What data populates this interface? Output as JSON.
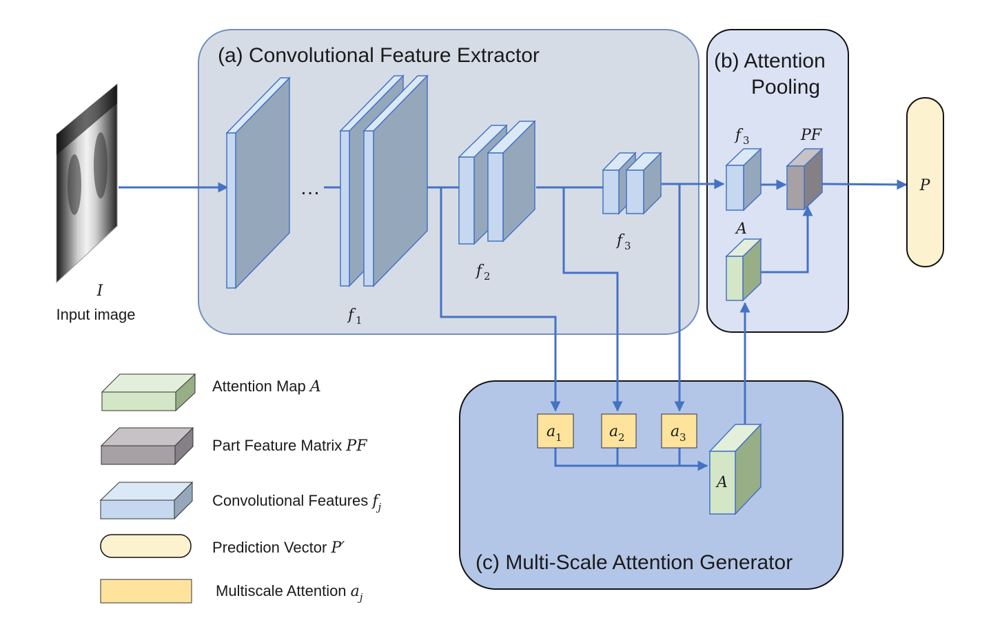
{
  "colors": {
    "arrow": "#4472c4",
    "panel_a": "#d6dce6",
    "panel_b": "#dbe2f4",
    "panel_c": "#b4c6e7",
    "conv_face": "#c5d8ef",
    "conv_side": "#95a8bb",
    "attention_face": "#d3e6c6",
    "attention_side": "#97ae86",
    "partfeature_face": "#a7a1a6",
    "partfeature_side": "#858085",
    "prediction": "#fdf2cf",
    "multiscale": "#fde39c"
  },
  "input": {
    "symbol": "I",
    "label": "Input image"
  },
  "panels": {
    "a": {
      "title": "(a) Convolutional Feature Extractor"
    },
    "b": {
      "title_line1": "(b) Attention",
      "title_line2": "Pooling"
    },
    "c": {
      "title": "(c) Multi-Scale Attention Generator"
    }
  },
  "extractor": {
    "ellipsis": "…",
    "f1": {
      "base": "f",
      "sub": "1"
    },
    "f2": {
      "base": "f",
      "sub": "2"
    },
    "f3": {
      "base": "f",
      "sub": "3"
    }
  },
  "pooling": {
    "f3": {
      "base": "f",
      "sub": "3"
    },
    "pf": "PF",
    "a": "A"
  },
  "output": {
    "symbol": "P"
  },
  "generator": {
    "a1": {
      "base": "a",
      "sub": "1"
    },
    "a2": {
      "base": "a",
      "sub": "2"
    },
    "a3": {
      "base": "a",
      "sub": "3"
    },
    "attention": "A"
  },
  "legend": {
    "attention_map": {
      "text": "Attention Map ",
      "symbol": "A"
    },
    "part_feature": {
      "text": "Part Feature Matrix ",
      "symbol": "PF"
    },
    "conv_features": {
      "text": "Convolutional Features ",
      "symbol": "f",
      "sub": "j"
    },
    "prediction": {
      "text": "Prediction Vector ",
      "symbol": "P′"
    },
    "multiscale": {
      "text": "Multiscale Attention ",
      "symbol": "a",
      "sub": "j"
    }
  }
}
